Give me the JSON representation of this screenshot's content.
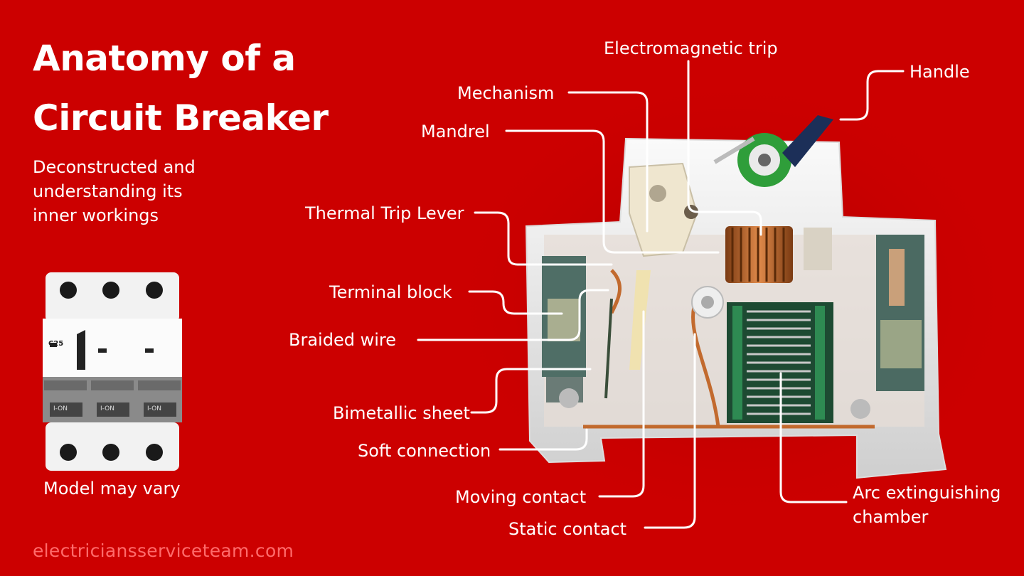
{
  "title": {
    "line1": "Anatomy of a",
    "line2": "Circuit Breaker"
  },
  "subtitle": {
    "line1": "Deconstructed and",
    "line2": "understanding its",
    "line3": "inner workings"
  },
  "breaker_model": {
    "rating": "C25",
    "switch_label": "I-ON"
  },
  "model_caption": "Model may vary",
  "website": "electriciansserviceteam.com",
  "labels": {
    "electromagnetic_trip": "Electromagnetic trip",
    "handle": "Handle",
    "mechanism": "Mechanism",
    "mandrel": "Mandrel",
    "thermal_trip_lever": "Thermal Trip Lever",
    "terminal_block": "Terminal block",
    "braided_wire": "Braided wire",
    "bimetallic_sheet": "Bimetallic sheet",
    "soft_connection": "Soft connection",
    "moving_contact": "Moving contact",
    "static_contact": "Static contact",
    "arc_chamber_line1": "Arc extinguishing",
    "arc_chamber_line2": "chamber"
  }
}
